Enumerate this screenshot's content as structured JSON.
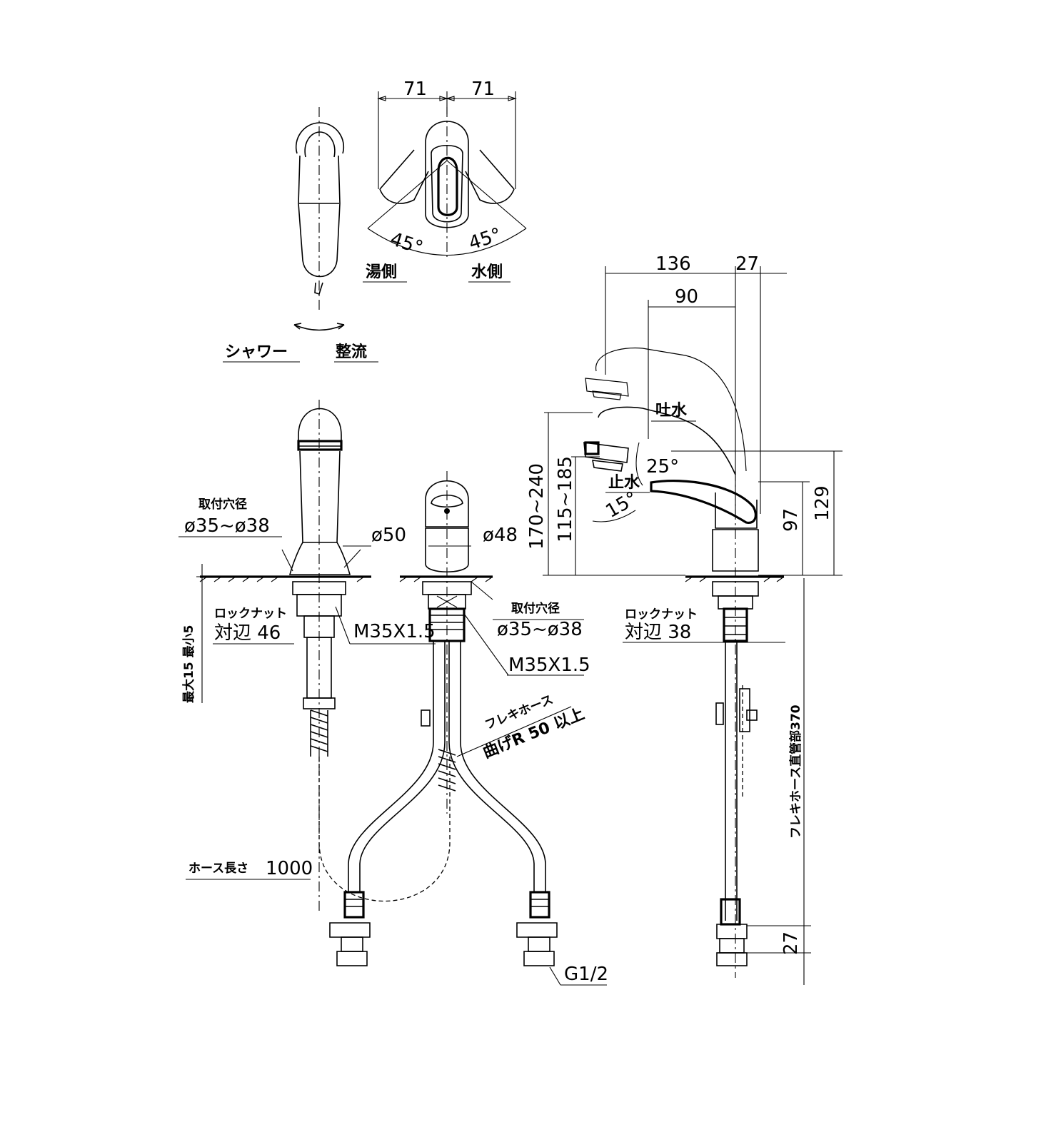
{
  "colors": {
    "line": "#000000",
    "background": "#ffffff"
  },
  "top_views": {
    "dim_left": "71",
    "dim_right": "71",
    "angle_hot": "45°",
    "angle_cold": "45°",
    "hot_side": "湯側",
    "cold_side": "水側",
    "mode_shower": "シャワー",
    "mode_stream": "整流"
  },
  "front_view": {
    "mount_hole_title": "取付穴径",
    "mount_hole_value": "ø35~ø38",
    "base_dia": "ø50",
    "locknut_title": "ロックナット",
    "locknut_value": "対辺 46",
    "thread": "M35X1.5",
    "counter_thickness": "最大15 最小5",
    "hose_length_label": "ホース長さ",
    "hose_length_value": "1000"
  },
  "center_view": {
    "body_dia": "ø48",
    "mount_hole_title": "取付穴径",
    "mount_hole_value": "ø35~ø38",
    "thread": "M35X1.5",
    "flex_hose": "フレキホース",
    "bend_radius": "曲げR 50 以上",
    "connection": "G1/2"
  },
  "side_view": {
    "dim_136": "136",
    "dim_27_top": "27",
    "dim_90": "90",
    "spout_open": "吐水",
    "spout_close": "止水",
    "angle_25": "25°",
    "angle_15": "15°",
    "height_range_1": "170~240",
    "height_range_2": "115~185",
    "dim_129": "129",
    "dim_97": "97",
    "locknut_title": "ロックナット",
    "locknut_value": "対辺 38",
    "flex_hose_length": "フレキホース直管部370",
    "dim_27_bottom": "27"
  }
}
